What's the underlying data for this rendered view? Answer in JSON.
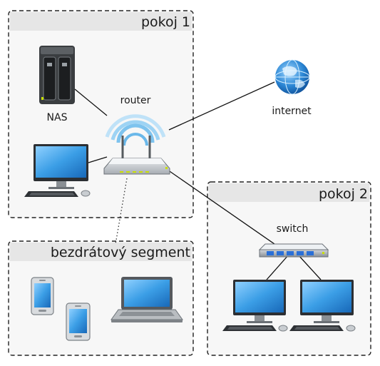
{
  "zones": {
    "room1": "pokoj 1",
    "room2": "pokoj 2",
    "wireless": "bezdrátový segment"
  },
  "devices": {
    "router": "router",
    "nas": "NAS",
    "internet": "internet",
    "switch": "switch"
  },
  "colors": {
    "screen": "#2f8fd8",
    "wifi": "#7ec3ee",
    "globe": "#1f7fd0",
    "port": "#2a6fd6",
    "led": "#c8e000"
  },
  "icons": [
    "nas-icon",
    "router-icon",
    "globe-icon",
    "switch-icon",
    "desktop-computer-icon",
    "phone-icon",
    "laptop-icon"
  ]
}
